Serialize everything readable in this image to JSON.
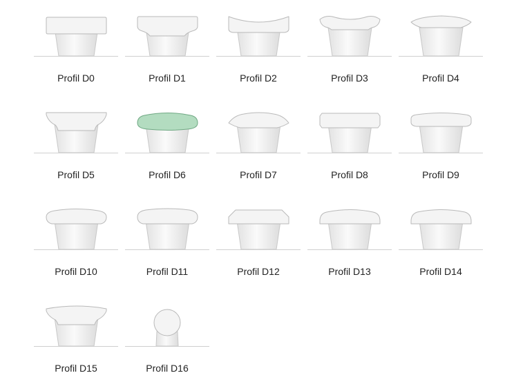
{
  "profiles": [
    {
      "id": "D0",
      "label": "Profil D0",
      "selected": false
    },
    {
      "id": "D1",
      "label": "Profil D1",
      "selected": false
    },
    {
      "id": "D2",
      "label": "Profil D2",
      "selected": false
    },
    {
      "id": "D3",
      "label": "Profil D3",
      "selected": false
    },
    {
      "id": "D4",
      "label": "Profil D4",
      "selected": false
    },
    {
      "id": "D5",
      "label": "Profil D5",
      "selected": false
    },
    {
      "id": "D6",
      "label": "Profil D6",
      "selected": true
    },
    {
      "id": "D7",
      "label": "Profil D7",
      "selected": false
    },
    {
      "id": "D8",
      "label": "Profil D8",
      "selected": false
    },
    {
      "id": "D9",
      "label": "Profil D9",
      "selected": false
    },
    {
      "id": "D10",
      "label": "Profil D10",
      "selected": false
    },
    {
      "id": "D11",
      "label": "Profil D11",
      "selected": false
    },
    {
      "id": "D12",
      "label": "Profil D12",
      "selected": false
    },
    {
      "id": "D13",
      "label": "Profil D13",
      "selected": false
    },
    {
      "id": "D14",
      "label": "Profil D14",
      "selected": false
    },
    {
      "id": "D15",
      "label": "Profil D15",
      "selected": false
    },
    {
      "id": "D16",
      "label": "Profil D16",
      "selected": false
    }
  ],
  "colors": {
    "cap_fill": "#f4f4f4",
    "cap_stroke": "#b9b9b9",
    "selected_fill": "#b3dcc0",
    "selected_stroke": "#6fa883",
    "baseline": "#cfcfcf"
  }
}
